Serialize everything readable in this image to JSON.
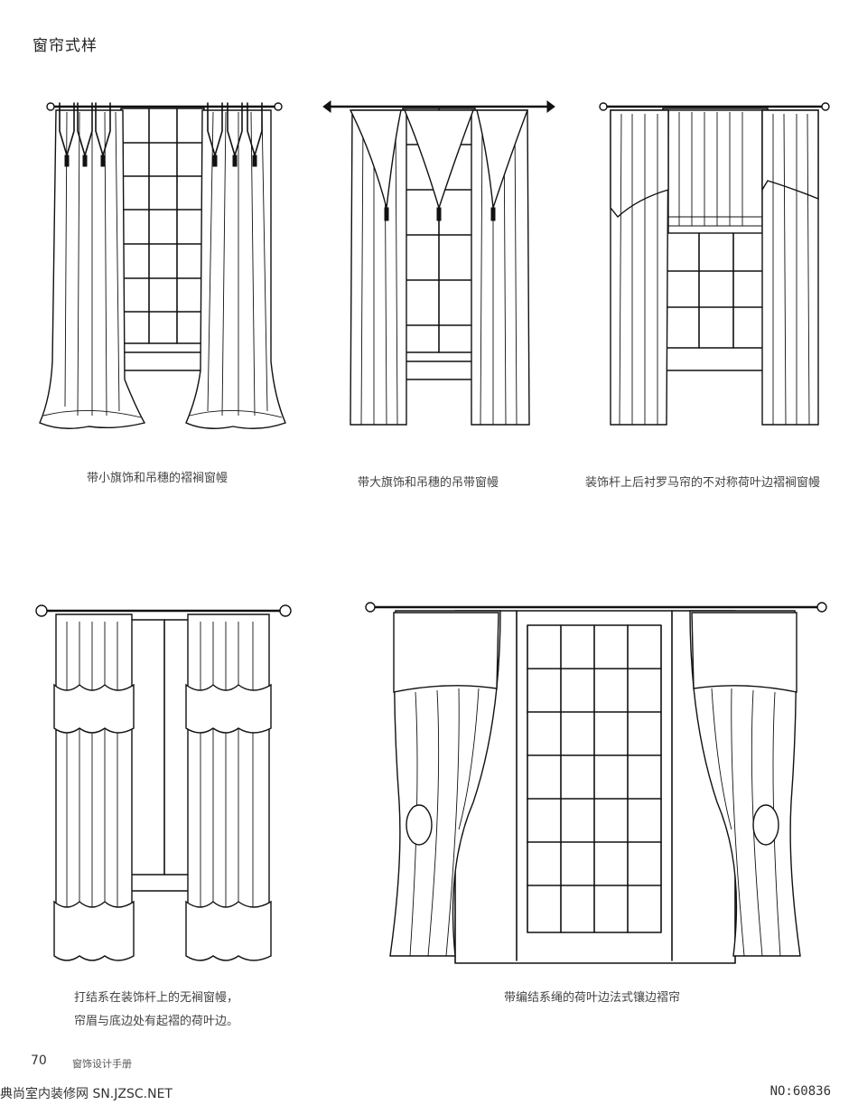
{
  "page": {
    "title": "窗帘式样",
    "page_number": "70",
    "book_title": "窗饰设计手册"
  },
  "watermark": {
    "left": "典尚室内装修网 SN.JZSC.NET",
    "right": "NO:60836"
  },
  "illustrations": [
    {
      "caption": "带小旗饰和吊穗的褶裥窗幔"
    },
    {
      "caption": "带大旗饰和吊穗的吊带窗幔"
    },
    {
      "caption": "装饰杆上后衬罗马帘的不对称荷叶边褶裥窗幔"
    },
    {
      "caption_line1": "打结系在装饰杆上的无裥窗幔，",
      "caption_line2": "帘眉与底边处有起褶的荷叶边。"
    },
    {
      "caption": "带编结系绳的荷叶边法式镶边褶帘"
    }
  ]
}
